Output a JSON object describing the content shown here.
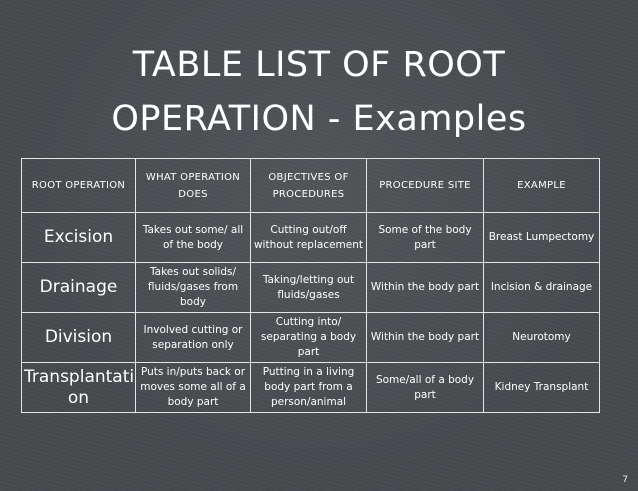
{
  "slide": {
    "title_line1": "TABLE LIST OF ROOT",
    "title_line2": "OPERATION - Examples",
    "page_number": "7"
  },
  "table": {
    "headers": [
      "ROOT OPERATION",
      "WHAT OPERATION DOES",
      "OBJECTIVES OF PROCEDURES",
      "PROCEDURE SITE",
      "EXAMPLE"
    ],
    "rows": [
      [
        "Excision",
        "Takes out some/ all of the body",
        "Cutting out/off without replacement",
        "Some of the body part",
        "Breast Lumpectomy"
      ],
      [
        "Drainage",
        "Takes out solids/ fluids/gases from body",
        "Taking/letting out fluids/gases",
        "Within the body part",
        "Incision & drainage"
      ],
      [
        "Division",
        "Involved cutting or separation only",
        "Cutting into/ separating a body part",
        "Within the body part",
        "Neurotomy"
      ],
      [
        "Transplantati on",
        "Puts in/puts back or moves some all of a body part",
        "Putting in a living body part from a person/animal",
        "Some/all of a body part",
        "Kidney Transplant"
      ]
    ]
  }
}
